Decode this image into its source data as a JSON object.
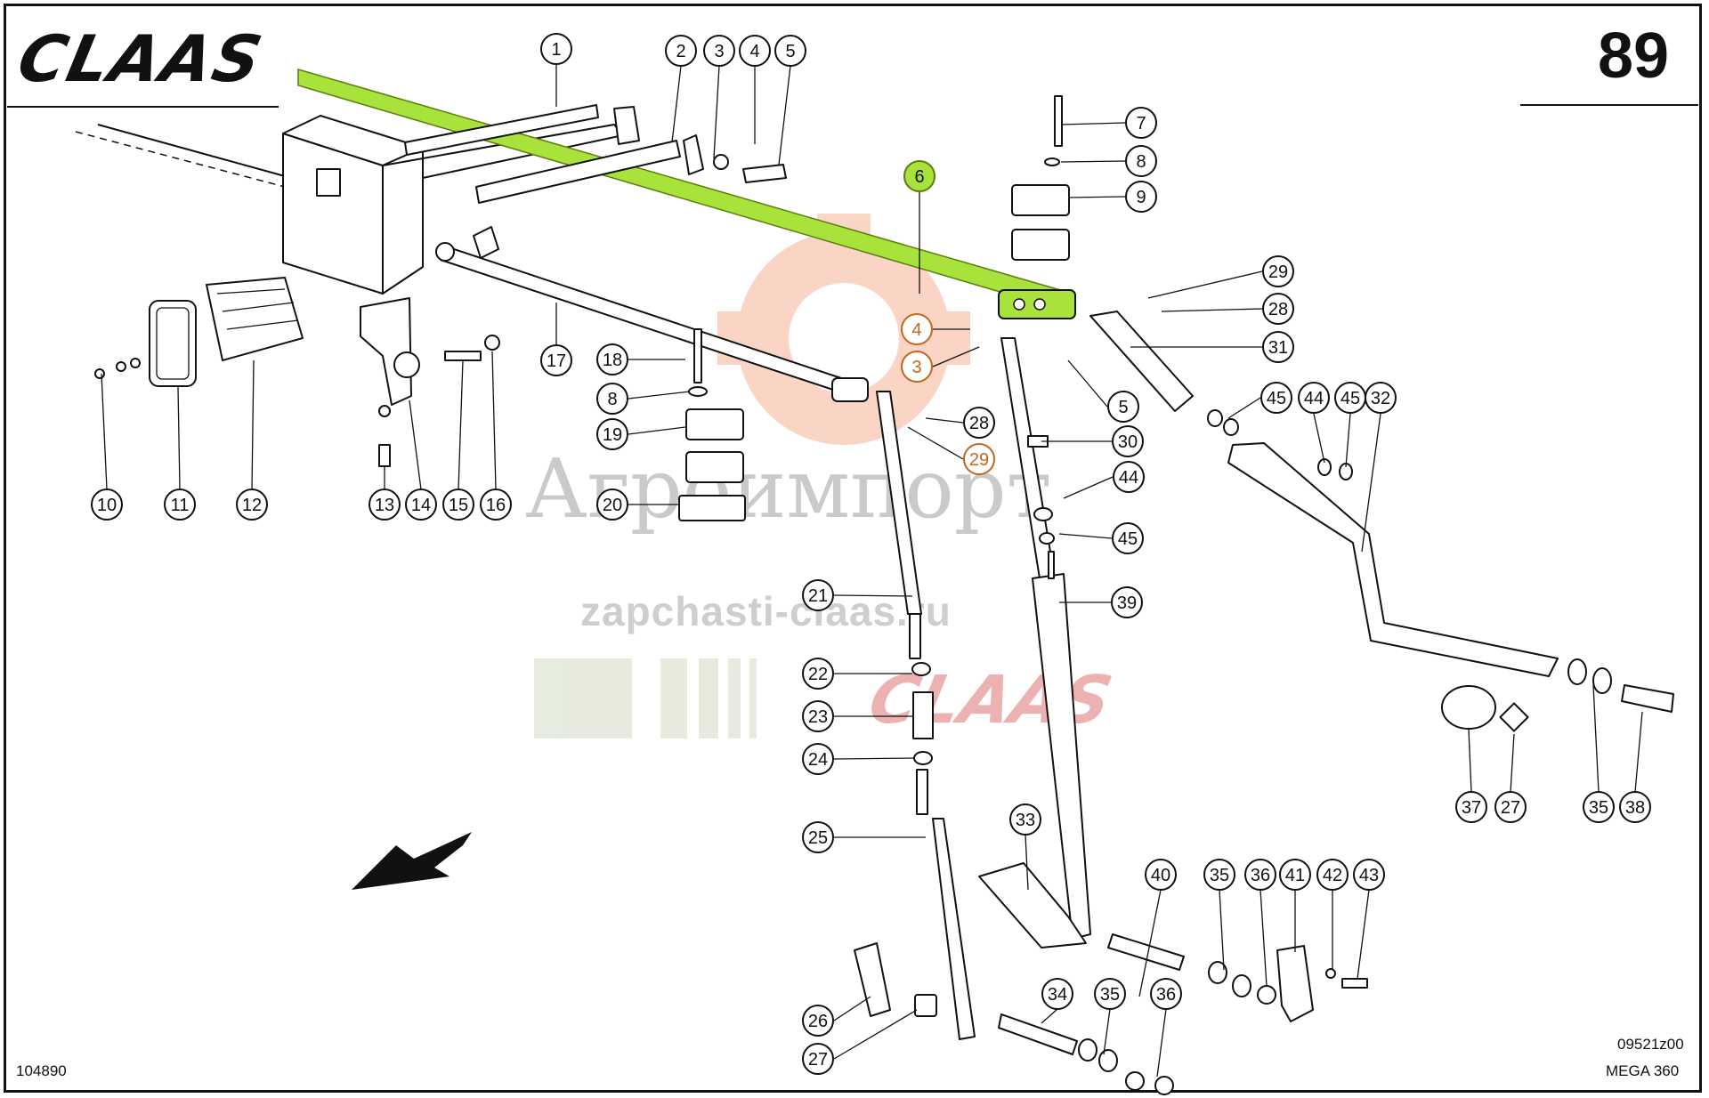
{
  "header": {
    "brand": "CLAAS",
    "page_number": "89"
  },
  "footer": {
    "left_code": "104890",
    "right_code": "09521z00",
    "model": "MEGA 360"
  },
  "watermark": {
    "company": "Агроимпорт",
    "url": "zapchasti-claas.ru",
    "brand": "CLAAS"
  },
  "colors": {
    "highlight": "#a9e23a",
    "watermark_orange": "#c1661b",
    "watermark_red": "#e8a0a0"
  },
  "callouts": [
    {
      "label": "1"
    },
    {
      "label": "2"
    },
    {
      "label": "3"
    },
    {
      "label": "4"
    },
    {
      "label": "5"
    },
    {
      "label": "6",
      "highlighted": true
    },
    {
      "label": "7"
    },
    {
      "label": "8"
    },
    {
      "label": "9"
    },
    {
      "label": "29"
    },
    {
      "label": "28"
    },
    {
      "label": "31"
    },
    {
      "label": "4",
      "watermark": true
    },
    {
      "label": "3",
      "watermark": true
    },
    {
      "label": "5"
    },
    {
      "label": "45"
    },
    {
      "label": "44"
    },
    {
      "label": "45"
    },
    {
      "label": "32"
    },
    {
      "label": "18"
    },
    {
      "label": "8"
    },
    {
      "label": "19"
    },
    {
      "label": "28"
    },
    {
      "label": "29",
      "watermark": true
    },
    {
      "label": "30"
    },
    {
      "label": "44"
    },
    {
      "label": "45"
    },
    {
      "label": "17"
    },
    {
      "label": "10"
    },
    {
      "label": "11"
    },
    {
      "label": "12"
    },
    {
      "label": "13"
    },
    {
      "label": "14"
    },
    {
      "label": "15"
    },
    {
      "label": "16"
    },
    {
      "label": "20"
    },
    {
      "label": "21"
    },
    {
      "label": "39"
    },
    {
      "label": "22"
    },
    {
      "label": "23"
    },
    {
      "label": "24"
    },
    {
      "label": "25"
    },
    {
      "label": "33"
    },
    {
      "label": "37"
    },
    {
      "label": "27"
    },
    {
      "label": "35"
    },
    {
      "label": "38"
    },
    {
      "label": "40"
    },
    {
      "label": "35"
    },
    {
      "label": "36"
    },
    {
      "label": "41"
    },
    {
      "label": "42"
    },
    {
      "label": "43"
    },
    {
      "label": "26"
    },
    {
      "label": "27"
    },
    {
      "label": "34"
    },
    {
      "label": "35"
    },
    {
      "label": "36"
    }
  ]
}
